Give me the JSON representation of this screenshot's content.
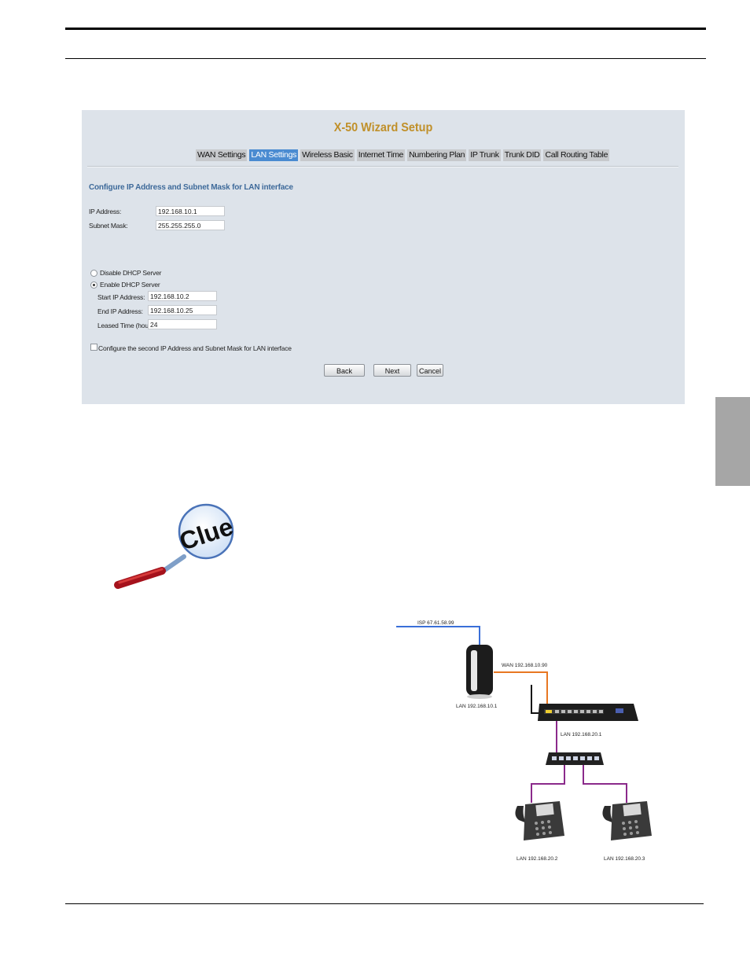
{
  "wizard": {
    "title": "X-50 Wizard Setup",
    "tabs": [
      {
        "label": "WAN Settings",
        "active": false
      },
      {
        "label": "LAN Settings",
        "active": true
      },
      {
        "label": "Wireless Basic",
        "active": false
      },
      {
        "label": "Internet Time",
        "active": false
      },
      {
        "label": "Numbering Plan",
        "active": false
      },
      {
        "label": "IP Trunk",
        "active": false
      },
      {
        "label": "Trunk DID",
        "active": false
      },
      {
        "label": "Call Routing Table",
        "active": false
      }
    ],
    "section_heading": "Configure IP Address and Subnet Mask for LAN interface",
    "fields": {
      "ip_address": {
        "label": "IP Address:",
        "value": "192.168.10.1"
      },
      "subnet_mask": {
        "label": "Subnet Mask:",
        "value": "255.255.255.0"
      }
    },
    "dhcp": {
      "disable_label": "Disable DHCP Server",
      "enable_label": "Enable DHCP Server",
      "selected": "enable",
      "start_ip": {
        "label": "Start IP Address:",
        "value": "192.168.10.2"
      },
      "end_ip": {
        "label": "End IP Address:",
        "value": "192.168.10.25"
      },
      "lease_time": {
        "label": "Leased Time (hour):",
        "value": "24"
      }
    },
    "second_ip_checkbox": {
      "label": "Configure the second IP Address and Subnet Mask for LAN interface",
      "checked": false
    },
    "buttons": {
      "back": "Back",
      "next": "Next",
      "cancel": "Cancel"
    }
  },
  "clue_logo_text": "Clue",
  "diagram": {
    "isp_label": "ISP 67.61.58.99",
    "wan_label": "WAN 192.168.10.90",
    "router_lan_label": "LAN 192.168.10.1",
    "x50_lan_label": "LAN 192.168.20.1",
    "phone1_label": "LAN 192.168.20.2",
    "phone2_label": "LAN 192.168.20.3",
    "colors": {
      "isp_line": "#3a6fd8",
      "wan_line": "#e87722",
      "lan_line": "#8b2a8b"
    }
  },
  "colors": {
    "wizard_bg": "#dde3ea",
    "title": "#c0902a",
    "active_tab": "#4a8bd1",
    "heading": "#3e6a9a",
    "side_tab": "#a6a6a6"
  }
}
